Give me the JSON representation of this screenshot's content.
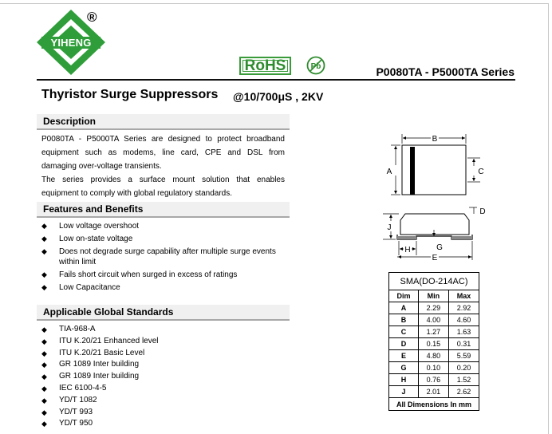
{
  "header": {
    "logo_text": "YIHENG",
    "registered_mark": "®",
    "rohs_label": "RoHS",
    "pb_label": "Pb",
    "series": "P0080TA - P5000TA Series"
  },
  "title": {
    "main": "Thyristor Surge Suppressors",
    "rating": "@10/700μS , 2KV"
  },
  "description": {
    "heading": "Description",
    "paragraphs": [
      "P0080TA - P5000TA Series are designed to protect broadband equipment such as modems, line card, CPE and DSL from damaging over-voltage transients.",
      "The series provides a surface mount solution that enables equipment to comply with global regulatory standards."
    ]
  },
  "features": {
    "heading": "Features and Benefits",
    "items": [
      "Low voltage overshoot",
      "Low on-state voltage",
      "Does not degrade surge capability after multiple surge events within limit",
      "Fails short circuit when surged in excess of ratings",
      "Low Capacitance"
    ]
  },
  "standards": {
    "heading": "Applicable Global Standards",
    "items": [
      "TIA-968-A",
      "ITU K.20/21 Enhanced level",
      "ITU K.20/21 Basic Level",
      "GR 1089 Inter building",
      "GR 1089 Inter building",
      "IEC 6100-4-5",
      "YD/T 1082",
      "YD/T 993",
      "YD/T 950"
    ]
  },
  "bullet_glyph": "◆",
  "diagram": {
    "labels": {
      "A": "A",
      "B": "B",
      "C": "C",
      "D": "D",
      "E": "E",
      "G": "G",
      "H": "H",
      "J": "J"
    }
  },
  "dimensions_table": {
    "caption": "SMA(DO-214AC)",
    "headers": [
      "Dim",
      "Min",
      "Max"
    ],
    "rows": [
      [
        "A",
        "2.29",
        "2.92"
      ],
      [
        "B",
        "4.00",
        "4.60"
      ],
      [
        "C",
        "1.27",
        "1.63"
      ],
      [
        "D",
        "0.15",
        "0.31"
      ],
      [
        "E",
        "4.80",
        "5.59"
      ],
      [
        "G",
        "0.10",
        "0.20"
      ],
      [
        "H",
        "0.76",
        "1.52"
      ],
      [
        "J",
        "2.01",
        "2.62"
      ]
    ],
    "footer": "All Dimensions In mm"
  },
  "colors": {
    "logo_green": "#2f9e3a",
    "rohs_green": "#2e8b2e",
    "section_bg": "#f0f0f0"
  }
}
